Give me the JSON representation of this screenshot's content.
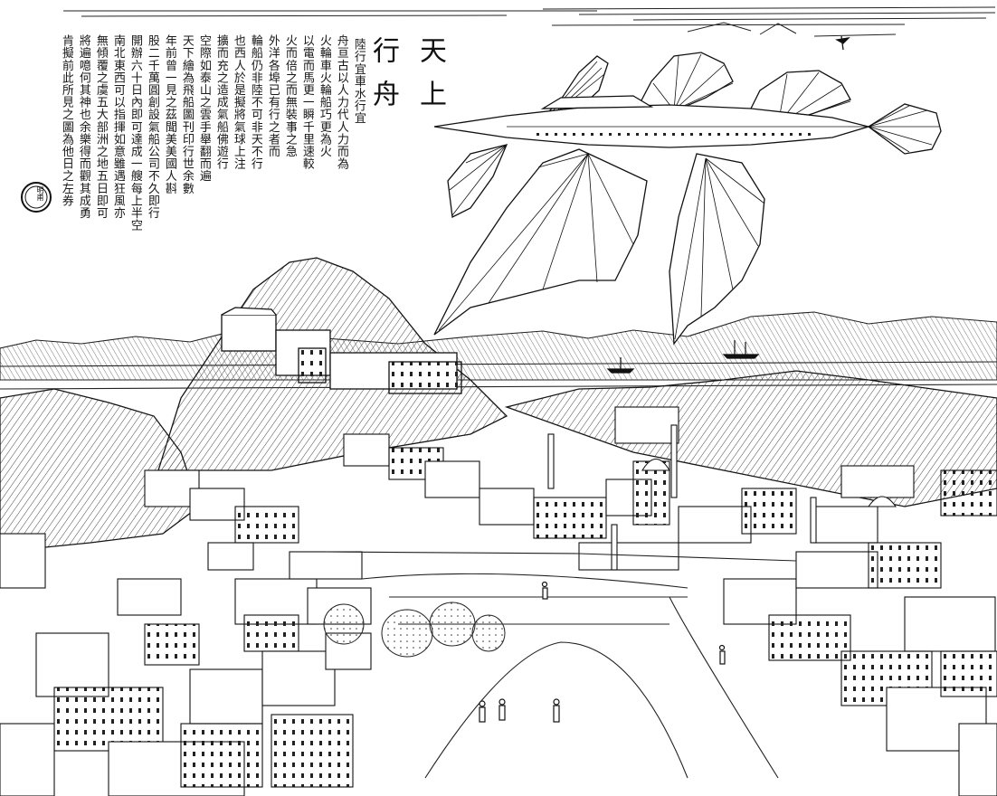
{
  "caption": {
    "title_top": "天上",
    "title_bottom": "行舟",
    "columns": [
      "陸行宜車水行宜",
      "舟亘古以人力代人力而為",
      "火輪車火輪船巧更為火",
      "以電而馬更一瞬千里速較",
      "火而倍之而無裝事之急",
      "外洋各埠已有行之者而",
      "輪船仍非陸不可非天不行",
      "也西人於是擬將氣球上注",
      "擴而充之造成氣船佛遊行",
      "空際如泰山之雲手舉翻而遍",
      "天下繪為飛船圖刊印行世余數",
      "年前曾一見之茲聞美美國人斟",
      "股二千萬圓創設氣船公司不久即行",
      "開辦六十日內即可達成一艘每上半空",
      "南北東西可以指揮如意雖遇狂風亦",
      "無傾覆之虞五大部洲之地五日即可",
      "將遍噫何其神也余樂得而觀其成勇",
      "肯擬前此所見之圖為他日之左券"
    ],
    "seal_text": "明甫"
  },
  "colors": {
    "paper": "#ffffff",
    "ink": "#141414",
    "ink_light": "#4a4a4a"
  }
}
